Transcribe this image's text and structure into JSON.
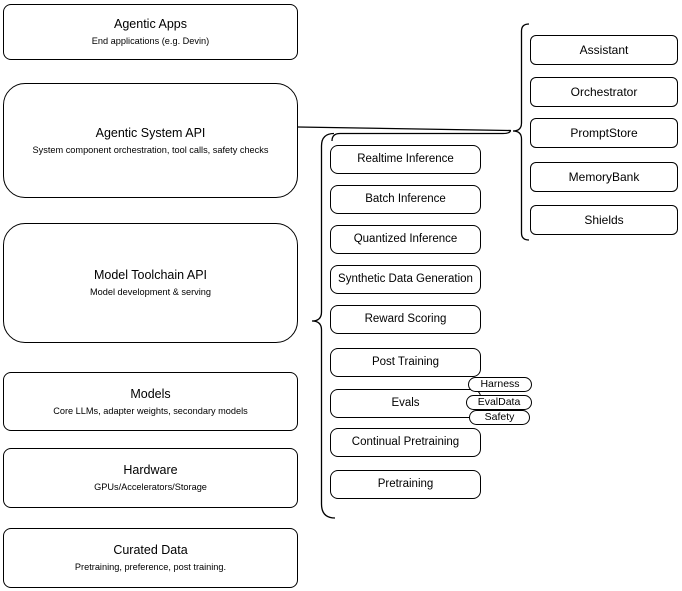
{
  "layers": [
    {
      "title": "Agentic Apps",
      "subtitle": "End applications (e.g. Devin)"
    },
    {
      "title": "Agentic System API",
      "subtitle": "System component orchestration, tool calls, safety checks"
    },
    {
      "title": "Model Toolchain API",
      "subtitle": "Model development & serving"
    },
    {
      "title": "Models",
      "subtitle": "Core LLMs, adapter weights, secondary models"
    },
    {
      "title": "Hardware",
      "subtitle": "GPUs/Accelerators/Storage"
    },
    {
      "title": "Curated Data",
      "subtitle": "Pretraining, preference, post training."
    }
  ],
  "toolchain": {
    "items": [
      "Realtime Inference",
      "Batch Inference",
      "Quantized Inference",
      "Synthetic Data Generation",
      "Reward Scoring",
      "Post Training",
      "Evals",
      "Continual Pretraining",
      "Pretraining"
    ]
  },
  "evals_tags": [
    "Harness",
    "EvalData",
    "Safety"
  ],
  "system_components": [
    "Assistant",
    "Orchestrator",
    "PromptStore",
    "MemoryBank",
    "Shields"
  ],
  "colors": {
    "stroke": "#000000",
    "background": "#ffffff",
    "text": "#000000"
  }
}
